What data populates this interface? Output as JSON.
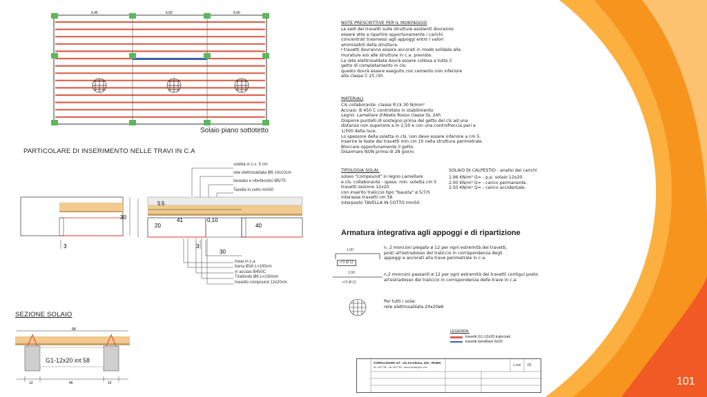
{
  "plan": {
    "caption": "Solaio piano sottotetto",
    "dims_top": [
      "6,45",
      "6,50",
      "6,00"
    ]
  },
  "detail": {
    "title": "PARTICOLARE DI INSERIMENTO NELLE TRAVI IN C.A",
    "labels_top": [
      "soletta in c.c. 5 cm",
      "rete elettrosaldata Ø6 10x10cm",
      "tavolato e vite/bicolori Ø5/75",
      "Tavella in cotto mm50"
    ],
    "labels_bottom": [
      "trave in c.a.",
      "barra Ø16 L=100cm",
      "in acciaio B450C",
      "Tirafondo Ø6 L=230mm",
      "travetto compound 12x20cm"
    ],
    "dims": [
      "30",
      "20",
      "5",
      "5",
      "41",
      "0,10",
      "40",
      "3",
      "3",
      "30"
    ]
  },
  "section": {
    "title": "SEZIONE SOLAIO",
    "beam_label": "G1-12x20 int 58",
    "dims": [
      "68",
      "12",
      "46",
      "12"
    ]
  },
  "notes": {
    "title": "NOTE PRESCRITTIVE PER IL MONTAGGIO",
    "text": "Le sedi dei travetti sulle strutture esistenti dovranno\nessere atte a ripartire opportunamente i carichi\nconcentrati trasmessi agli appoggi entro i valori\nammissibili della struttura.\nI travetti dovranno essere ancorati in modo solidale alle\nmurature e/o alle strutture in c.a. previste.\nLa rete elettrosaldata dovrà essere collosa a tutto il\ngetto di completamento in cls;\nquesto dovrà essere eseguito con cemento non inferiore\nalla classe C 25 /30.",
    "materials_title": "MATERIALI",
    "materials_text": "Cls collaborante: classe R'ck 30 N/mm²\nAcciaio: B 450 C controllato in stabilimento\nLegno: Lamellare d'Abete Rosso classe GL 24h\nDisporre puntelli di sostegno prima del getto del cls ad una\ndistanza non superiore a m 2,50 e con una controfreccia pari a\n1/300 della luce.\nLo spessore della soletta in cls. non deve essere inferiore a cm 5.\nInserire le teste dei travetti min cm 10 nella struttura perimetrale.\nBloccare opportunamente il getto.\nDisarmare NON prima di 28 giorni.",
    "typology_title": "TIPOLOGIA SOLAI:",
    "typology_text": "solaio \"Compound\" in legno Lamellare\ne cls. collaborante - spess. min. soletta cm 5\ntravetti sezione 12x20\ncon inserito traliccio tipo \"bausta\" ø 5/7/5\ninterasse travetti cm 56\ninterposto TAVELLA IN COTTO mm50",
    "loads_title": "SOLAIO DI CALPESTIO - analisi dei carichi",
    "loads_text": "1.96 KN/m² G= - p.p. solaio 12x20.\n2.00 KN/m² G= - carico permanente.\n2.50 KN/m² Q= - carico accidentale."
  },
  "armatura": {
    "title": "Armatura integrativa agli appoggi e di ripartizione",
    "item1_dim": "1,00",
    "item1_code": "n°2 Ø 12",
    "item1_text": "n. 2 monconi piegato ø 12 per ogni estremità dei travetti,\nposti all'estradosso del traliccio in corrispondenza degli\nappoggi e ancorati alla trave perimetrale in c.a.",
    "item2_dim": "2,00",
    "item2_code": "n°2 Ø 12",
    "item2_text": "n.2 monconi passanti ø 12 per ogni estremità dei travetti contigui posto\nall'estradosso del traliccio in corrispondenza delle trave in c.a.",
    "item3_text": "Per tutti i solai:\nrete elettrosaldata 20x20ø6"
  },
  "legend": {
    "title": "LEGENDA:",
    "items": [
      "travetti G1-12x20 tralicciati",
      "travetti lamellare 6x20"
    ]
  },
  "titleblock": {
    "company": "COPALLEGNO srl - via Arcoleina, 103 - ROMA",
    "contacts": "tel. 06/7788 - fax 06/7780 - www.copallegno.com",
    "scale": "1:100",
    "sheet": "02"
  },
  "slide": {
    "number": "101"
  },
  "colors": {
    "orange_dark": "#f36f21",
    "orange": "#f7941d",
    "orange_light": "#fbb040",
    "beam_red": "#d9614f",
    "wood": "#f2c98e",
    "green_post": "#5cb85c"
  }
}
